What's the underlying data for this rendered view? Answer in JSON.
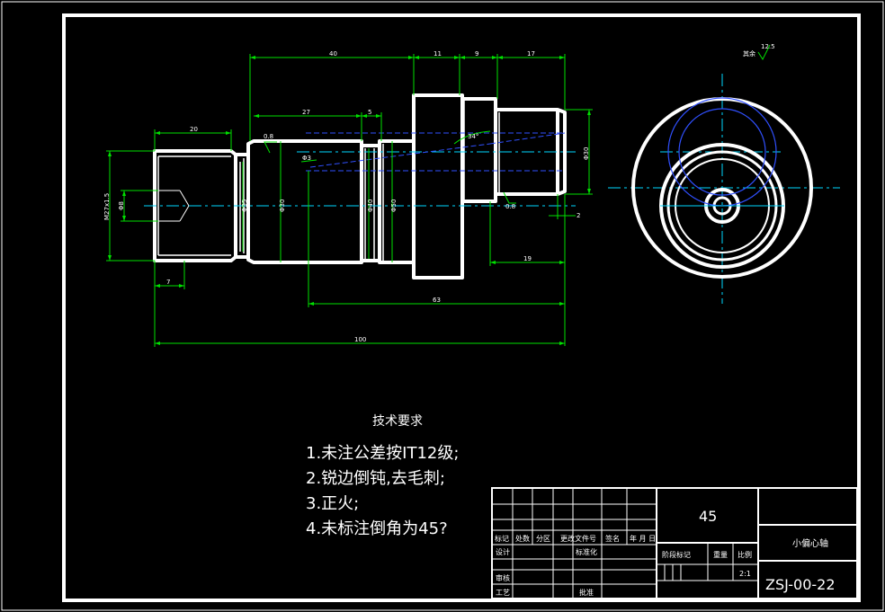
{
  "drawing": {
    "dimensions": {
      "d20": "20",
      "d40": "40",
      "d27": "27",
      "d5": "5",
      "d11": "11",
      "d9": "9",
      "d17": "17",
      "d7": "7",
      "d63": "63",
      "d100": "100",
      "d19": "19",
      "d2": "2",
      "thread": "M27x1.5",
      "phi8": "Φ8",
      "phi35": "Φ35",
      "phi30": "Φ30",
      "phi40": "Φ40",
      "phi50": "Φ50",
      "phi30b": "Φ30",
      "r08": "0.8",
      "phi13": "Φ3",
      "angle": "34°",
      "r08b": "0.8",
      "surface_other": "其余",
      "surface_val": "12.5"
    },
    "tech_title": "技术要求",
    "tech_items": [
      "1.未注公差按IT12级;",
      "2.锐边倒钝,去毛刺;",
      "3.正火;",
      "4.未标注倒角为45?"
    ],
    "title_block": {
      "material": "45",
      "part_name": "小偏心轴",
      "drawing_no": "ZSJ-00-22",
      "scale": "2:1",
      "labels": {
        "mark": "标记",
        "count": "处数",
        "zone": "分区",
        "change_doc": "更改文件号",
        "sign": "签名",
        "date": "年 月 日",
        "design": "设计",
        "standardize": "标准化",
        "stage": "阶段标记",
        "weight": "重量",
        "ratio": "比例",
        "review": "审核",
        "process": "工艺",
        "approve": "批准"
      }
    }
  }
}
